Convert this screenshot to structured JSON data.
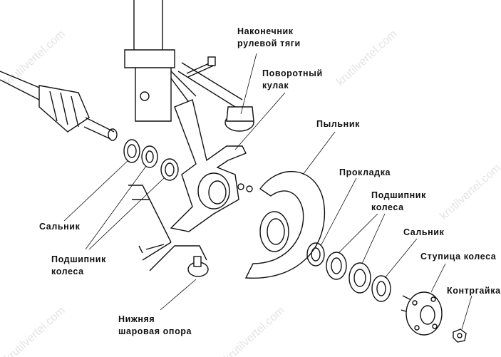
{
  "watermark": "krutilvertel.com",
  "labels": {
    "tie_rod_end": [
      "Наконечник",
      "рулевой тяги"
    ],
    "steering_knuckle": [
      "Поворотный",
      "кулак"
    ],
    "dust_shield": "Пыльник",
    "gasket": "Прокладка",
    "wheel_bearing_right": [
      "Подшипник",
      "колеса"
    ],
    "oil_seal_right": "Сальник",
    "wheel_hub": "Ступица колеса",
    "lock_nut": "Контргайка",
    "oil_seal_left": "Сальник",
    "wheel_bearing_left": [
      "Подшипник",
      "колеса"
    ],
    "lower_ball_joint": [
      "Нижняя",
      "шаровая опора"
    ]
  }
}
